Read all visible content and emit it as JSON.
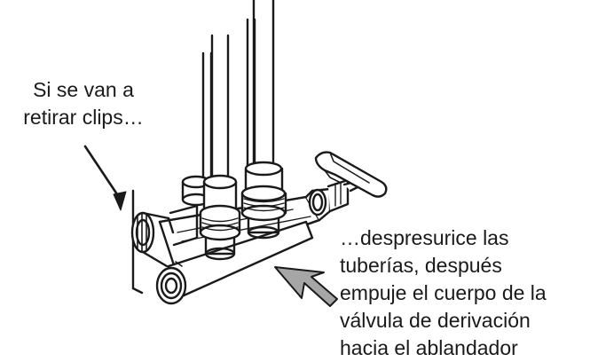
{
  "callout_left": {
    "lines": [
      "Si se van a",
      "retirar clips…"
    ]
  },
  "callout_right": {
    "lines": [
      "…despresurice las",
      "tuberías, después",
      "empuje el cuerpo de la",
      "válvula de derivación",
      "hacia el ablandador"
    ]
  },
  "colors": {
    "line": "#1a1a1a",
    "arrow_fill": "#a6a6a6",
    "background": "#ffffff"
  }
}
